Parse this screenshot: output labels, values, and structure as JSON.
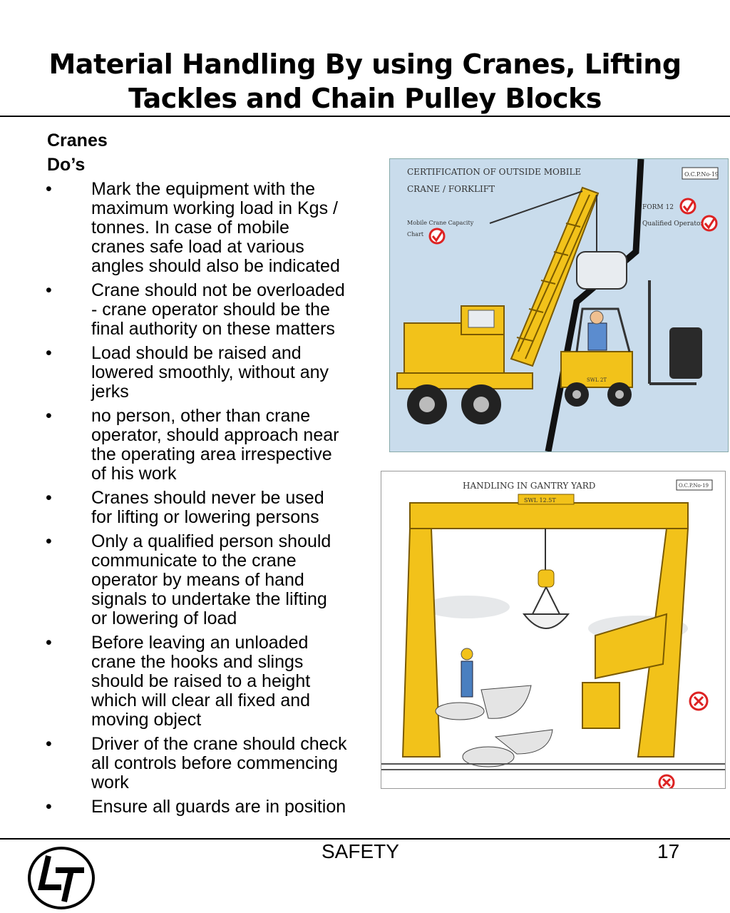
{
  "title_lines": [
    "Material Handling By using Cranes, Lifting",
    "Tackles and Chain Pulley Blocks"
  ],
  "section": "Cranes",
  "subsection": "Do’s",
  "bullet_char": "•",
  "bullets": [
    "Mark the equipment with the\nmaximum working load in Kgs /\ntonnes. In case of mobile\ncranes safe load at various\nangles should also be indicated",
    "Crane should not be overloaded\n- crane operator should be the\nfinal authority on these matters",
    "Load should be raised and\nlowered smoothly, without any\njerks",
    "no person, other than crane\noperator, should approach near\nthe operating area irrespective\nof his work",
    "Cranes should never be used\nfor lifting or lowering persons",
    "Only a qualified person should\ncommunicate to the crane\noperator by means of hand\nsignals to undertake the lifting\nor lowering of load",
    "Before leaving an unloaded\ncrane the hooks and slings\nshould be raised to a height\nwhich will clear all fixed and\nmoving object",
    "Driver of the crane should check\nall controls before commencing\nwork",
    "Ensure all guards are in position"
  ],
  "illustration1": {
    "heading_line1": "CERTIFICATION OF OUTSIDE MOBILE",
    "heading_line2": "CRANE / FORKLIFT",
    "ref": "O.C.P.No-19",
    "form": "FORM 12",
    "operator": "Qualified Operator",
    "chart_line1": "Mobile Crane Capacity",
    "chart_line2": "Chart",
    "forklift_tag": "SWL 2T"
  },
  "illustration2": {
    "heading": "HANDLING IN GANTRY YARD",
    "swl": "SWL 12.5T",
    "ref": "O.C.P.No-19"
  },
  "footer": {
    "label": "SAFETY",
    "page": "17"
  },
  "colors": {
    "crane_yellow": "#f2c21a",
    "sky": "#c9dcec",
    "tick_red": "#d22"
  }
}
